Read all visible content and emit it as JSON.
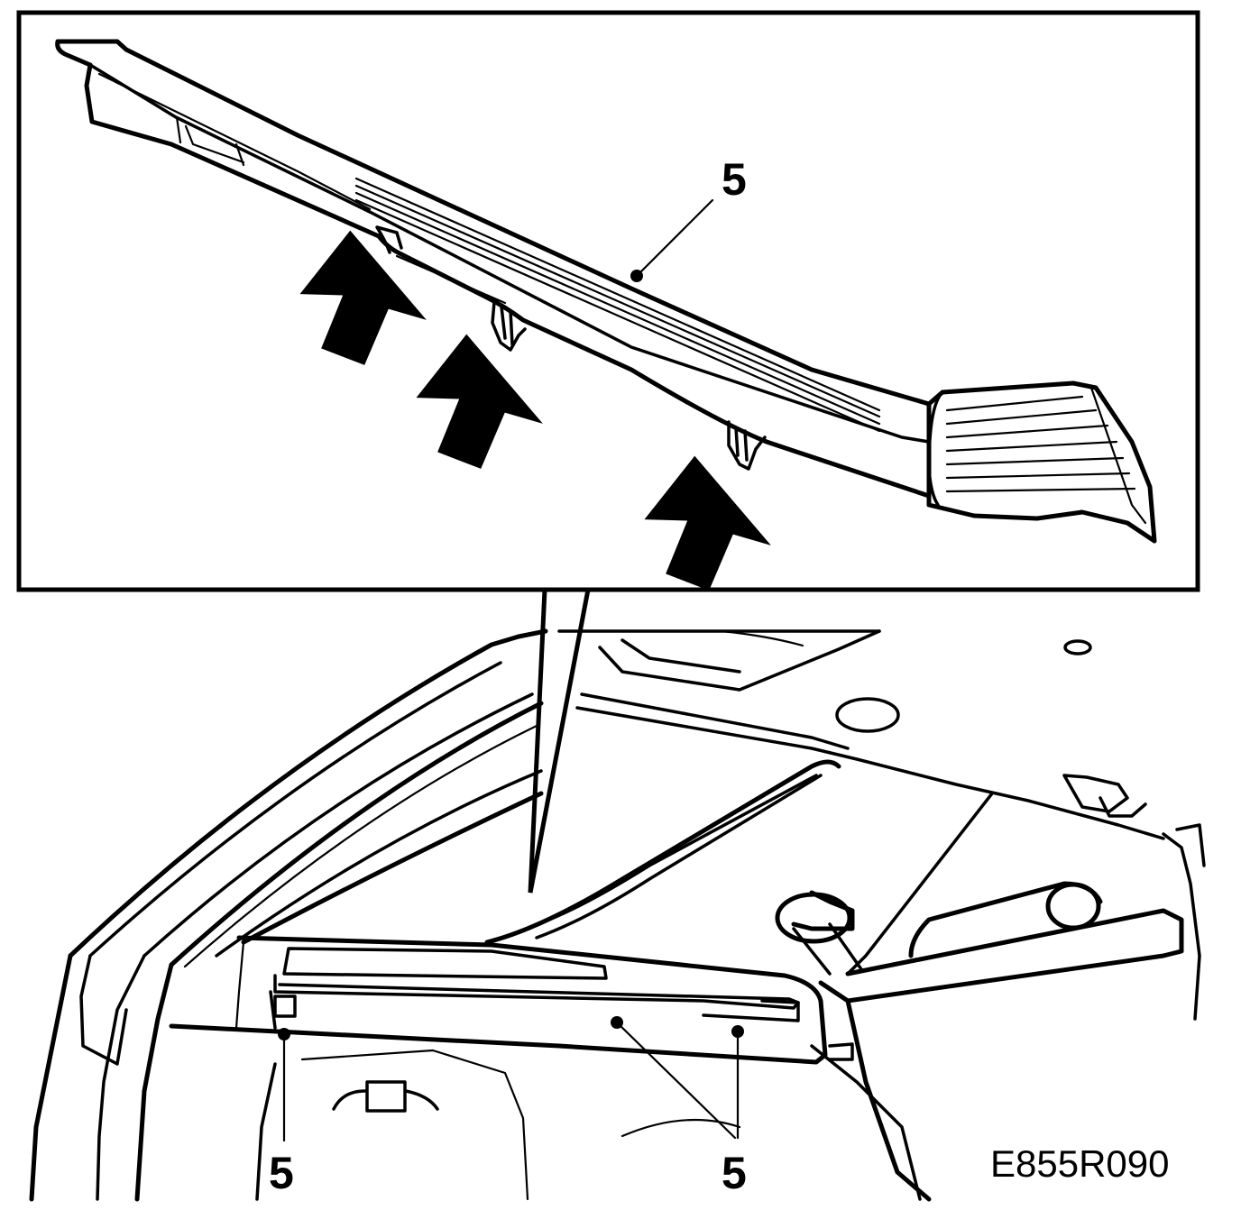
{
  "labels": {
    "part_number_detail": "5",
    "part_number_left": "5",
    "part_number_right": "5"
  },
  "figure_code": "E855R090",
  "colors": {
    "line": "#000000",
    "background": "#ffffff"
  },
  "icons": [
    "push-arrow-icon",
    "push-arrow-icon",
    "push-arrow-icon"
  ]
}
